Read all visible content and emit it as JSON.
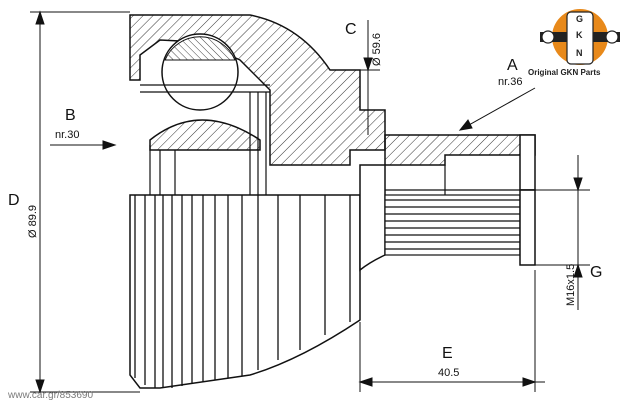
{
  "labels": {
    "A": "A",
    "A_note": "nr.36",
    "B": "B",
    "B_note": "nr.30",
    "C": "C",
    "C_dim": "Ø 59.6",
    "D": "D",
    "D_dim": "Ø 89.9",
    "E": "E",
    "E_dim": "40.5",
    "G": "G",
    "G_dim": "M16x1.5"
  },
  "logo": {
    "text": "Original GKN Parts",
    "emblem_letters": [
      "G",
      "K",
      "N"
    ],
    "accent_color": "#e8891a"
  },
  "watermark": "www.car.gr/853690",
  "colors": {
    "line": "#111111",
    "hatch": "#333333"
  }
}
